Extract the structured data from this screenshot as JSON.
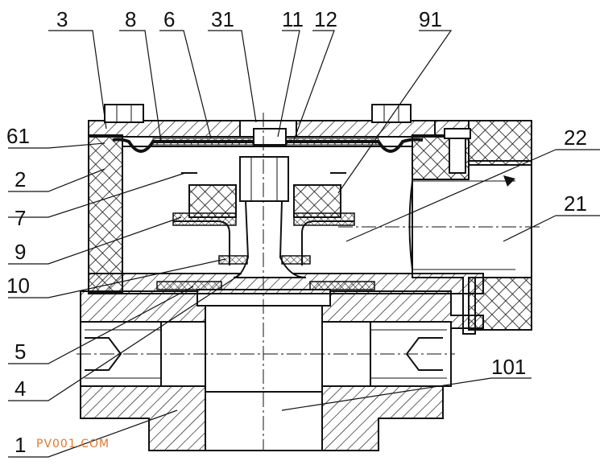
{
  "labels_top": [
    "3",
    "8",
    "6",
    "31",
    "11",
    "12",
    "91"
  ],
  "labels_left": [
    "61",
    "2",
    "7",
    "9",
    "10",
    "5",
    "4",
    "1"
  ],
  "labels_right": [
    "22",
    "21",
    "101"
  ],
  "watermark": "PV001.COM"
}
